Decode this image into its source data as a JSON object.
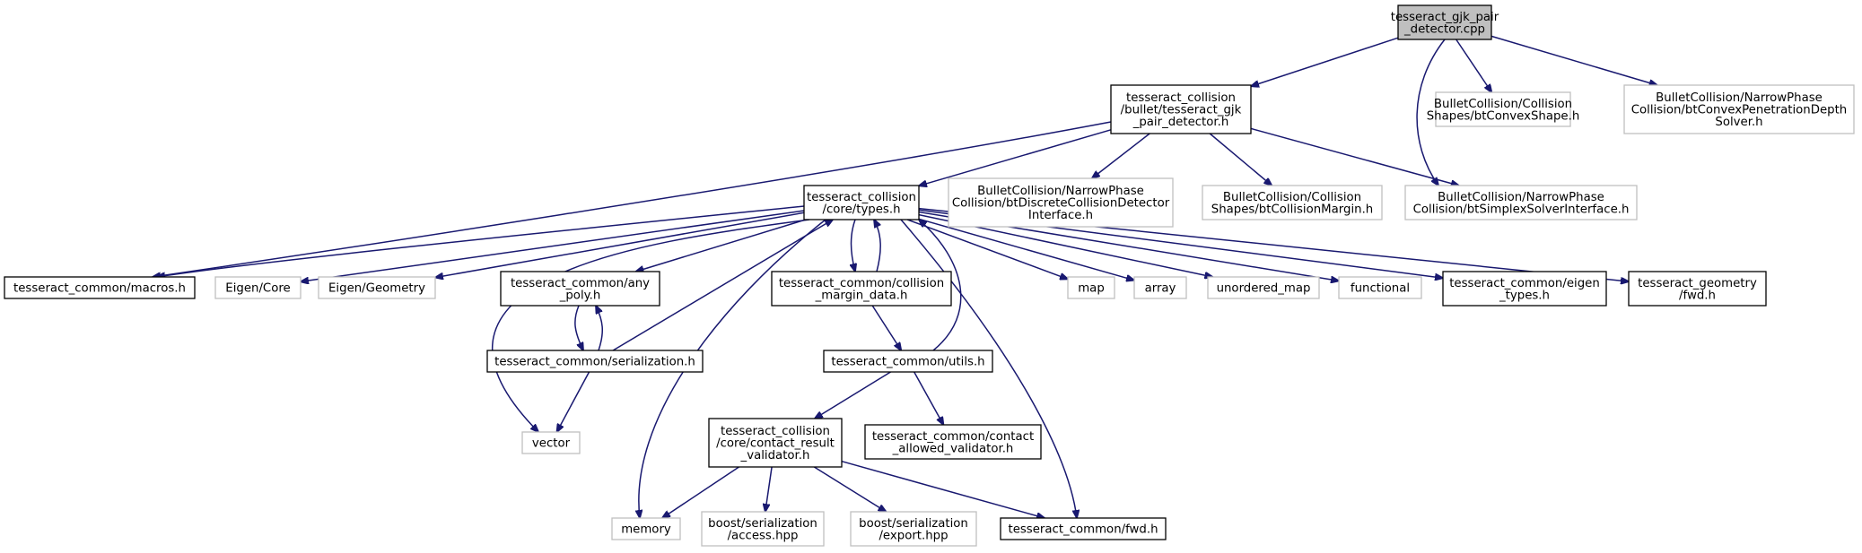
{
  "diagram": {
    "nodes": [
      {
        "id": "root",
        "kind": "root",
        "lines": [
          "tesseract_gjk_pair",
          "_detector.cpp"
        ]
      },
      {
        "id": "gjk_h",
        "kind": "proj",
        "lines": [
          "tesseract_collision",
          "/bullet/tesseract_gjk",
          "_pair_detector.h"
        ]
      },
      {
        "id": "convex_shape",
        "kind": "ext",
        "lines": [
          "BulletCollision/Collision",
          "Shapes/btConvexShape.h"
        ]
      },
      {
        "id": "convex_pen",
        "kind": "ext",
        "lines": [
          "BulletCollision/NarrowPhase",
          "Collision/btConvexPenetrationDepth",
          "Solver.h"
        ]
      },
      {
        "id": "types_h",
        "kind": "proj",
        "lines": [
          "tesseract_collision",
          "/core/types.h"
        ]
      },
      {
        "id": "discrete",
        "kind": "ext",
        "lines": [
          "BulletCollision/NarrowPhase",
          "Collision/btDiscreteCollisionDetector",
          "Interface.h"
        ]
      },
      {
        "id": "margin",
        "kind": "ext",
        "lines": [
          "BulletCollision/Collision",
          "Shapes/btCollisionMargin.h"
        ]
      },
      {
        "id": "simplex",
        "kind": "ext",
        "lines": [
          "BulletCollision/NarrowPhase",
          "Collision/btSimplexSolverInterface.h"
        ]
      },
      {
        "id": "macros",
        "kind": "proj",
        "lines": [
          "tesseract_common/macros.h"
        ]
      },
      {
        "id": "eigen_core",
        "kind": "ext",
        "lines": [
          "Eigen/Core"
        ]
      },
      {
        "id": "eigen_geom",
        "kind": "ext",
        "lines": [
          "Eigen/Geometry"
        ]
      },
      {
        "id": "any_poly",
        "kind": "proj",
        "lines": [
          "tesseract_common/any",
          "_poly.h"
        ]
      },
      {
        "id": "margin_data",
        "kind": "proj",
        "lines": [
          "tesseract_common/collision",
          "_margin_data.h"
        ]
      },
      {
        "id": "map",
        "kind": "ext",
        "lines": [
          "map"
        ]
      },
      {
        "id": "array",
        "kind": "ext",
        "lines": [
          "array"
        ]
      },
      {
        "id": "unordered_map",
        "kind": "ext",
        "lines": [
          "unordered_map"
        ]
      },
      {
        "id": "functional",
        "kind": "ext",
        "lines": [
          "functional"
        ]
      },
      {
        "id": "eigen_types",
        "kind": "proj",
        "lines": [
          "tesseract_common/eigen",
          "_types.h"
        ]
      },
      {
        "id": "geom_fwd",
        "kind": "proj",
        "lines": [
          "tesseract_geometry",
          "/fwd.h"
        ]
      },
      {
        "id": "serialization",
        "kind": "proj",
        "lines": [
          "tesseract_common/serialization.h"
        ]
      },
      {
        "id": "utils",
        "kind": "proj",
        "lines": [
          "tesseract_common/utils.h"
        ]
      },
      {
        "id": "vector",
        "kind": "ext",
        "lines": [
          "vector"
        ]
      },
      {
        "id": "validator",
        "kind": "proj",
        "lines": [
          "tesseract_collision",
          "/core/contact_result",
          "_validator.h"
        ]
      },
      {
        "id": "allowed",
        "kind": "proj",
        "lines": [
          "tesseract_common/contact",
          "_allowed_validator.h"
        ]
      },
      {
        "id": "memory",
        "kind": "ext",
        "lines": [
          "memory"
        ]
      },
      {
        "id": "access",
        "kind": "ext",
        "lines": [
          "boost/serialization",
          "/access.hpp"
        ]
      },
      {
        "id": "export",
        "kind": "ext",
        "lines": [
          "boost/serialization",
          "/export.hpp"
        ]
      },
      {
        "id": "common_fwd",
        "kind": "proj",
        "lines": [
          "tesseract_common/fwd.h"
        ]
      }
    ],
    "edges": [
      {
        "from": "root",
        "to": "gjk_h"
      },
      {
        "from": "root",
        "to": "convex_shape"
      },
      {
        "from": "root",
        "to": "convex_pen"
      },
      {
        "from": "root",
        "to": "simplex"
      },
      {
        "from": "gjk_h",
        "to": "types_h"
      },
      {
        "from": "gjk_h",
        "to": "macros"
      },
      {
        "from": "gjk_h",
        "to": "discrete"
      },
      {
        "from": "gjk_h",
        "to": "margin"
      },
      {
        "from": "gjk_h",
        "to": "simplex"
      },
      {
        "from": "types_h",
        "to": "macros"
      },
      {
        "from": "types_h",
        "to": "eigen_core"
      },
      {
        "from": "types_h",
        "to": "eigen_geom"
      },
      {
        "from": "types_h",
        "to": "any_poly"
      },
      {
        "from": "types_h",
        "to": "margin_data"
      },
      {
        "from": "types_h",
        "to": "map"
      },
      {
        "from": "types_h",
        "to": "array"
      },
      {
        "from": "types_h",
        "to": "unordered_map"
      },
      {
        "from": "types_h",
        "to": "functional"
      },
      {
        "from": "types_h",
        "to": "eigen_types"
      },
      {
        "from": "types_h",
        "to": "geom_fwd"
      },
      {
        "from": "types_h",
        "to": "vector"
      },
      {
        "from": "types_h",
        "to": "memory"
      },
      {
        "from": "types_h",
        "to": "common_fwd"
      },
      {
        "from": "margin_data",
        "to": "types_h"
      },
      {
        "from": "margin_data",
        "to": "utils"
      },
      {
        "from": "utils",
        "to": "types_h"
      },
      {
        "from": "utils",
        "to": "validator"
      },
      {
        "from": "utils",
        "to": "allowed"
      },
      {
        "from": "any_poly",
        "to": "serialization"
      },
      {
        "from": "serialization",
        "to": "any_poly"
      },
      {
        "from": "serialization",
        "to": "types_h"
      },
      {
        "from": "serialization",
        "to": "vector"
      },
      {
        "from": "validator",
        "to": "memory"
      },
      {
        "from": "validator",
        "to": "access"
      },
      {
        "from": "validator",
        "to": "export"
      },
      {
        "from": "validator",
        "to": "common_fwd"
      }
    ]
  }
}
